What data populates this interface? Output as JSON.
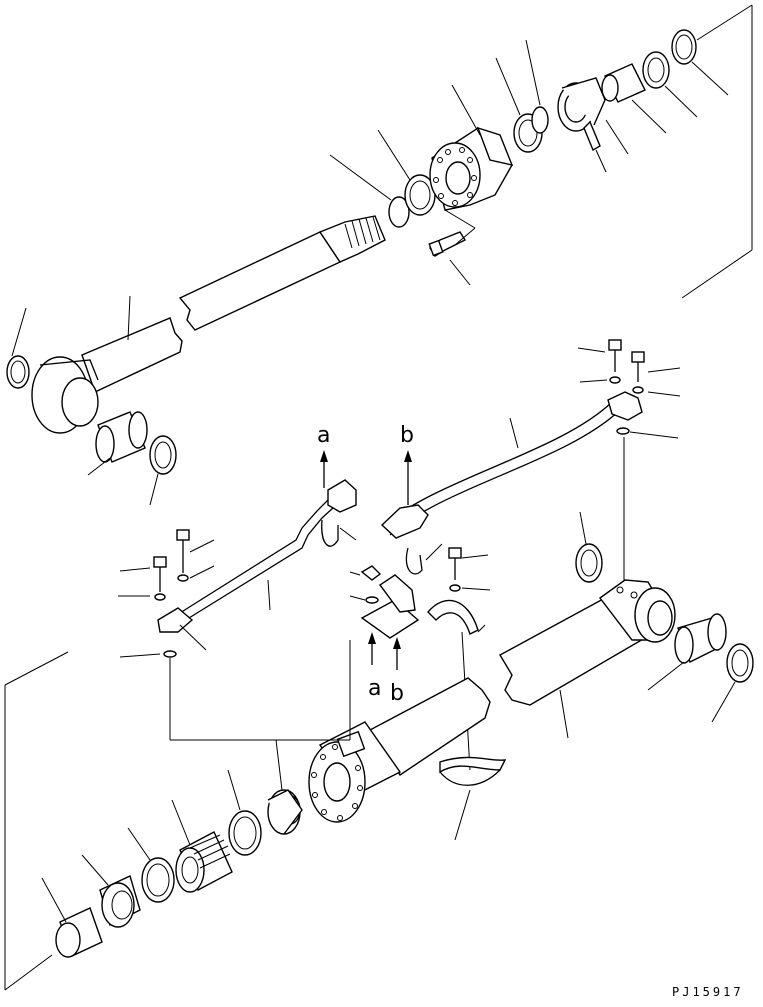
{
  "diagram": {
    "drawing_code": "PJ15917",
    "markers": {
      "a_top": "a",
      "b_top": "b",
      "a_bottom": "a",
      "b_bottom": "b"
    }
  }
}
